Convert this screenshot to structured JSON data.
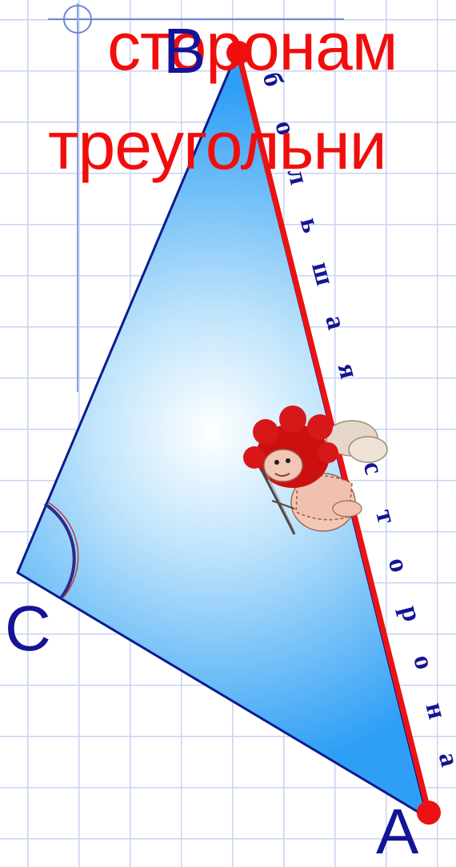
{
  "title": {
    "line1": "сторонам",
    "line2": "треугольни"
  },
  "vertices": {
    "a": "A",
    "b": "B",
    "c": "C"
  },
  "side_label": [
    "б",
    "о",
    "л",
    "ь",
    "ш",
    "а",
    "я",
    "с",
    "т",
    "о",
    "р",
    "о",
    "н",
    "а"
  ],
  "colors": {
    "title": "#f20d0d",
    "labels": "#141496",
    "longest_side": "#ee1111",
    "triangle_edge": "#0c1c8c",
    "triangle_fill_center": "#ffffff",
    "triangle_fill_edge": "#2f9ff5",
    "grid": "#c9d3f2"
  },
  "illustration": "cupid-with-bow"
}
